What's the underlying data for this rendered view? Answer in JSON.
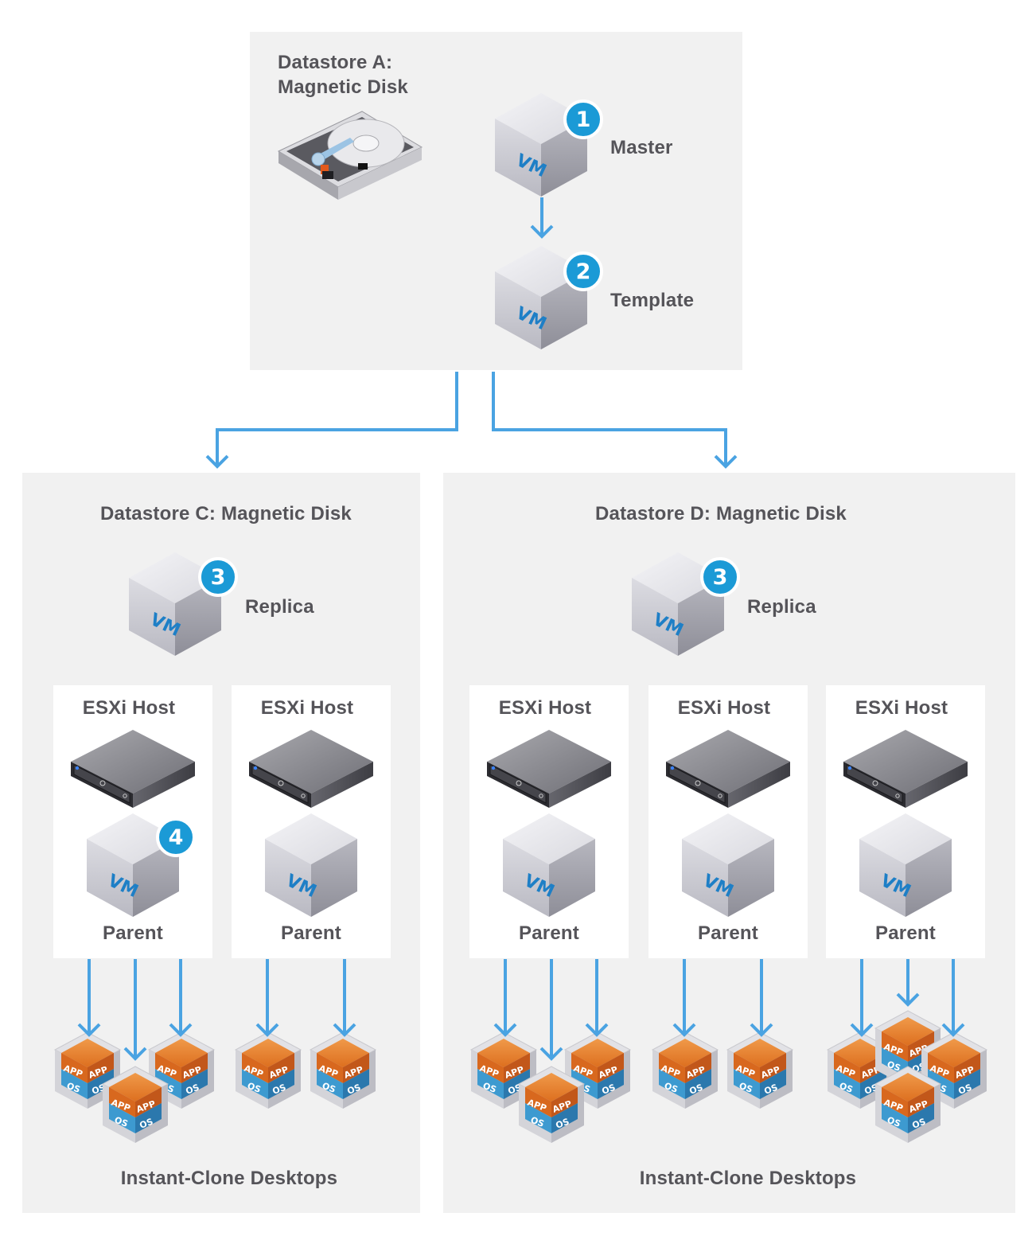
{
  "colors": {
    "panel_bg": "#f1f1f1",
    "card_bg": "#ffffff",
    "arrow": "#4aa3e2",
    "badge": "#1b9ad6",
    "text": "#555459",
    "vm_label": "#1e7fc6",
    "desktop_app": "#d8681e",
    "desktop_os": "#2b86be"
  },
  "datastore_a": {
    "title_line1": "Datastore A:",
    "title_line2": "Magnetic Disk",
    "icon": "hard-disk-icon",
    "master": {
      "badge": "1",
      "label": "Master",
      "vm_text": "VM"
    },
    "template": {
      "badge": "2",
      "label": "Template",
      "vm_text": "VM"
    }
  },
  "datastore_c": {
    "title": "Datastore C: Magnetic Disk",
    "replica": {
      "badge": "3",
      "label": "Replica",
      "vm_text": "VM"
    },
    "hosts": [
      {
        "title": "ESXi Host",
        "parent_label": "Parent",
        "badge": "4",
        "desktops": 3,
        "vm_text": "VM"
      },
      {
        "title": "ESXi Host",
        "parent_label": "Parent",
        "badge": "",
        "desktops": 2,
        "vm_text": "VM"
      }
    ],
    "footer": "Instant-Clone Desktops"
  },
  "datastore_d": {
    "title": "Datastore D: Magnetic Disk",
    "replica": {
      "badge": "3",
      "label": "Replica",
      "vm_text": "VM"
    },
    "hosts": [
      {
        "title": "ESXi Host",
        "parent_label": "Parent",
        "badge": "",
        "desktops": 3,
        "vm_text": "VM"
      },
      {
        "title": "ESXi Host",
        "parent_label": "Parent",
        "badge": "",
        "desktops": 2,
        "vm_text": "VM"
      },
      {
        "title": "ESXi Host",
        "parent_label": "Parent",
        "badge": "",
        "desktops": 4,
        "vm_text": "VM"
      }
    ],
    "footer": "Instant-Clone Desktops"
  },
  "desktop_labels": {
    "app": "APP",
    "os": "OS"
  }
}
